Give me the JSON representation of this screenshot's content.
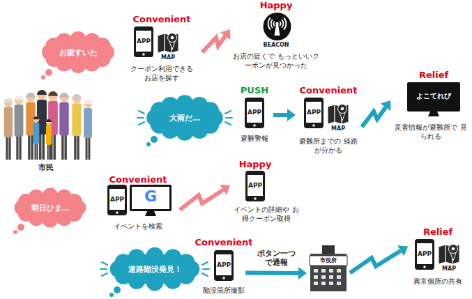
{
  "diagram": {
    "nodes": [
      {
        "text": [
          "市民"
        ]
      },
      {
        "text": [
          "お腹すいた"
        ]
      },
      {
        "text": [
          "Convenient",
          "APP",
          "MAP",
          "クーポン利用できる お店を探す"
        ]
      },
      {
        "text": [
          "Happy",
          "BEACON",
          "お店の近くで もっといいクーポンが見つかった"
        ]
      },
      {
        "text": [
          "大雨だ…"
        ]
      },
      {
        "text": [
          "PUSH",
          "APP",
          "避難警報"
        ]
      },
      {
        "text": [
          "Convenient",
          "APP",
          "MAP",
          "避難所までの 経路が分かる"
        ]
      },
      {
        "text": [
          "Relief",
          "よこてれび",
          "災害情報が避難所で 見られる"
        ]
      },
      {
        "text": [
          "明日ひま…"
        ]
      },
      {
        "text": [
          "Convenient",
          "APP",
          "G",
          "イベントを検索"
        ]
      },
      {
        "text": [
          "Happy",
          "APP",
          "イベントの詳細や お得クーポン取得"
        ]
      },
      {
        "text": [
          "道路陥没発見！"
        ]
      },
      {
        "text": [
          "Convenient",
          "APP",
          "陥没箇所撮影"
        ]
      },
      {
        "text": [
          "市役所"
        ]
      },
      {
        "text": [
          "Relief",
          "APP",
          "MAP",
          "異常個所の共有"
        ]
      }
    ],
    "edges": [
      {
        "from": 2,
        "to": 3,
        "arrow": "to"
      },
      {
        "from": 5,
        "to": 6,
        "arrow": "to"
      },
      {
        "from": 6,
        "to": 7,
        "arrow": "to"
      },
      {
        "from": 9,
        "to": 10,
        "arrow": "to"
      },
      {
        "from": 12,
        "to": 13,
        "label": "ボタン一つ で通報",
        "arrow": "to"
      },
      {
        "from": 13,
        "to": 14,
        "arrow": "to"
      }
    ]
  }
}
